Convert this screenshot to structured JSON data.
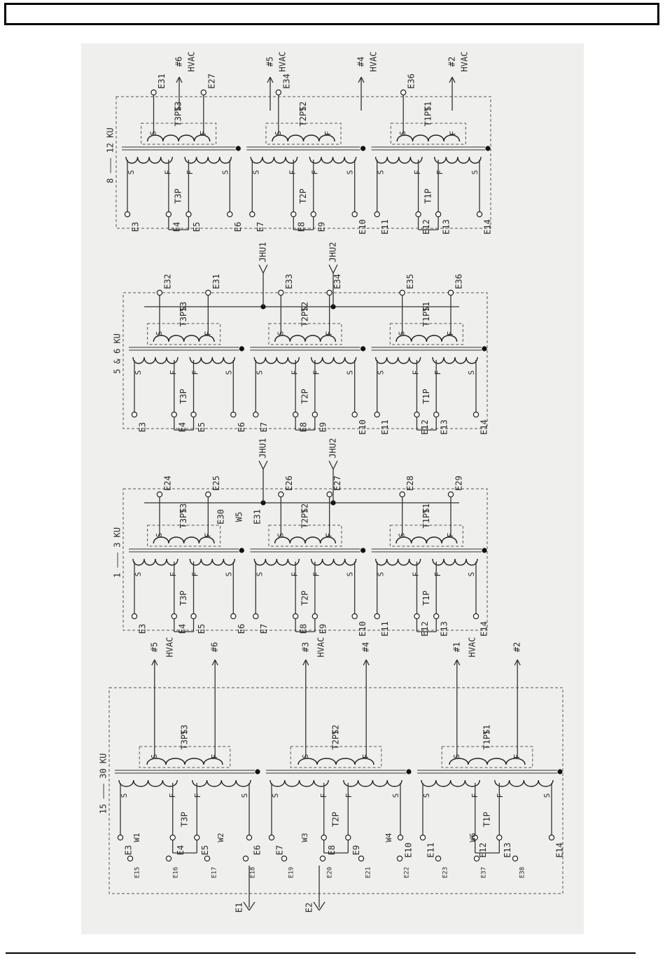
{
  "header": {
    "text": ""
  },
  "panels": [
    {
      "range": "15 ——— 30 KU",
      "grounds": [
        "E1",
        "E2"
      ],
      "sections": [
        {
          "block": "T3",
          "ps": "T3PS",
          "primary": "T3P",
          "terms": [
            "E3",
            "E4",
            "E5",
            "E6"
          ],
          "outs": [
            {
              "t": "#5",
              "sub": "HVAC"
            },
            {
              "t": "#6",
              "sub": ""
            }
          ]
        },
        {
          "block": "T2",
          "ps": "T2PS",
          "primary": "T2P",
          "terms": [
            "E7",
            "E8",
            "E9",
            "E10"
          ],
          "outs": [
            {
              "t": "#3",
              "sub": "HVAC"
            },
            {
              "t": "#4",
              "sub": ""
            }
          ]
        },
        {
          "block": "T1",
          "ps": "T1PS",
          "primary": "T1P",
          "terms": [
            "E11",
            "E12",
            "E13",
            "E14"
          ],
          "outs": [
            {
              "t": "#1",
              "sub": "HVAC"
            },
            {
              "t": "#2",
              "sub": ""
            }
          ]
        }
      ],
      "jumpers": [
        "W1",
        "W2",
        "W3",
        "W4",
        "W6"
      ],
      "points": [
        "E15",
        "E16",
        "E17",
        "E18",
        "E19",
        "E20",
        "E21",
        "E22",
        "E23",
        "E37",
        "E38"
      ]
    },
    {
      "range": "1 ——— 3 KU",
      "sections": [
        {
          "block": "T3",
          "ps": "T3PS",
          "primary": "T3P",
          "terms": [
            "E3",
            "E4",
            "E5",
            "E6"
          ],
          "hv": [
            "E24",
            "E25"
          ]
        },
        {
          "block": "T2",
          "ps": "T2PS",
          "primary": "T2P",
          "terms": [
            "E7",
            "E8",
            "E9",
            "E10"
          ],
          "hv": [
            "E26",
            "E27"
          ]
        },
        {
          "block": "T1",
          "ps": "T1PS",
          "primary": "T1P",
          "terms": [
            "E11",
            "E12",
            "E13",
            "E14"
          ],
          "hv": [
            "E28",
            "E29"
          ]
        }
      ],
      "extra": [
        "E30",
        "W5",
        "E31"
      ],
      "outputs": [
        "JHU1",
        "JHU2"
      ]
    },
    {
      "range": "5 & 6 KU",
      "sections": [
        {
          "block": "T3",
          "ps": "T3PS",
          "primary": "T3P",
          "terms": [
            "E3",
            "E4",
            "E5",
            "E6"
          ],
          "hv": [
            "E32",
            "E31"
          ]
        },
        {
          "block": "T2",
          "ps": "T2PS",
          "primary": "T2P",
          "terms": [
            "E7",
            "E8",
            "E9",
            "E10"
          ],
          "hv": [
            "E33",
            "E34"
          ]
        },
        {
          "block": "T1",
          "ps": "T1PS",
          "primary": "T1P",
          "terms": [
            "E11",
            "E12",
            "E13",
            "E14"
          ],
          "hv": [
            "E35",
            "E36"
          ]
        }
      ],
      "outputs": [
        "JHU1",
        "JHU2"
      ]
    },
    {
      "range": "8 ——— 12 KU",
      "sections": [
        {
          "block": "T3",
          "ps": "T3PS",
          "primary": "T3P",
          "terms": [
            "E3",
            "E4",
            "E5",
            "E6"
          ],
          "hv": [
            "E31",
            "E27"
          ]
        },
        {
          "block": "T2",
          "ps": "T2PS",
          "primary": "T2P",
          "terms": [
            "E7",
            "E8",
            "E9",
            "E10"
          ],
          "hv": [
            "E34"
          ]
        },
        {
          "block": "T1",
          "ps": "T1PS",
          "primary": "T1P",
          "terms": [
            "E11",
            "E12",
            "E13",
            "E14"
          ],
          "hv": [
            "E36"
          ]
        }
      ],
      "outputs": [
        {
          "t": "#6",
          "sub": "HVAC"
        },
        {
          "t": "#5",
          "sub": "HVAC"
        },
        {
          "t": "#4",
          "sub": "HVAC"
        },
        {
          "t": "#2",
          "sub": "HVAC"
        }
      ]
    }
  ],
  "coil_labels": {
    "start": "S",
    "finish": "F"
  }
}
